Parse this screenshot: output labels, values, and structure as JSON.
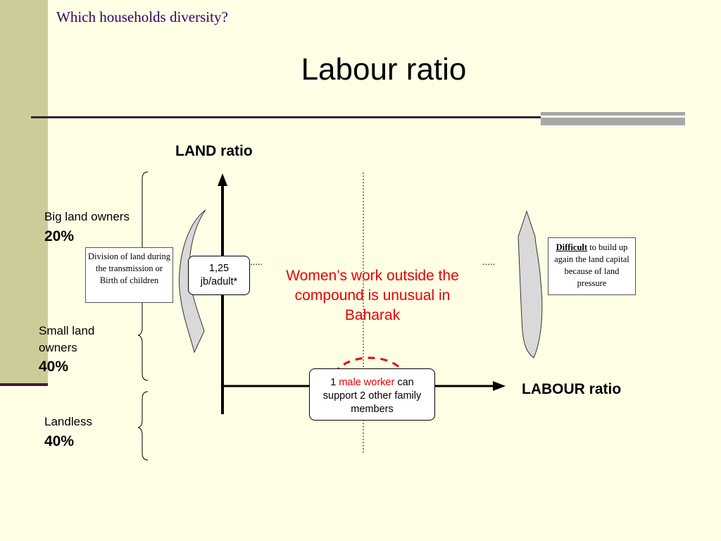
{
  "slide": {
    "topic": "Which households diversity?",
    "title": "Labour ratio"
  },
  "diagram": {
    "y_axis_label": "LAND ratio",
    "x_axis_label": "LABOUR ratio",
    "groups": [
      {
        "label": "Big land owners",
        "pct": "20%"
      },
      {
        "label_line1": "Small land",
        "label_line2": "owners",
        "pct": "40%"
      },
      {
        "label": "Landless",
        "pct": "40%"
      }
    ],
    "left_note": "Division of land during the transmission or Birth of children",
    "ratio_box_line1": "1,25",
    "ratio_box_line2": "jb/adult*",
    "dots_left": ".....",
    "dots_right": ".....",
    "center_text": "Women’s work outside the compound is unusual in Baharak",
    "worker_box": {
      "pre": "1 ",
      "highlight": "male worker",
      "post": " can support 2 other family members"
    },
    "right_note": {
      "emph": "Difficult",
      "rest": " to build up again the land capital because of land pressure"
    },
    "colors": {
      "accent_red": "#E60000",
      "sidebar": "#CCCC99",
      "rule": "#3D1F3D",
      "background": "#FFFFE5"
    }
  }
}
